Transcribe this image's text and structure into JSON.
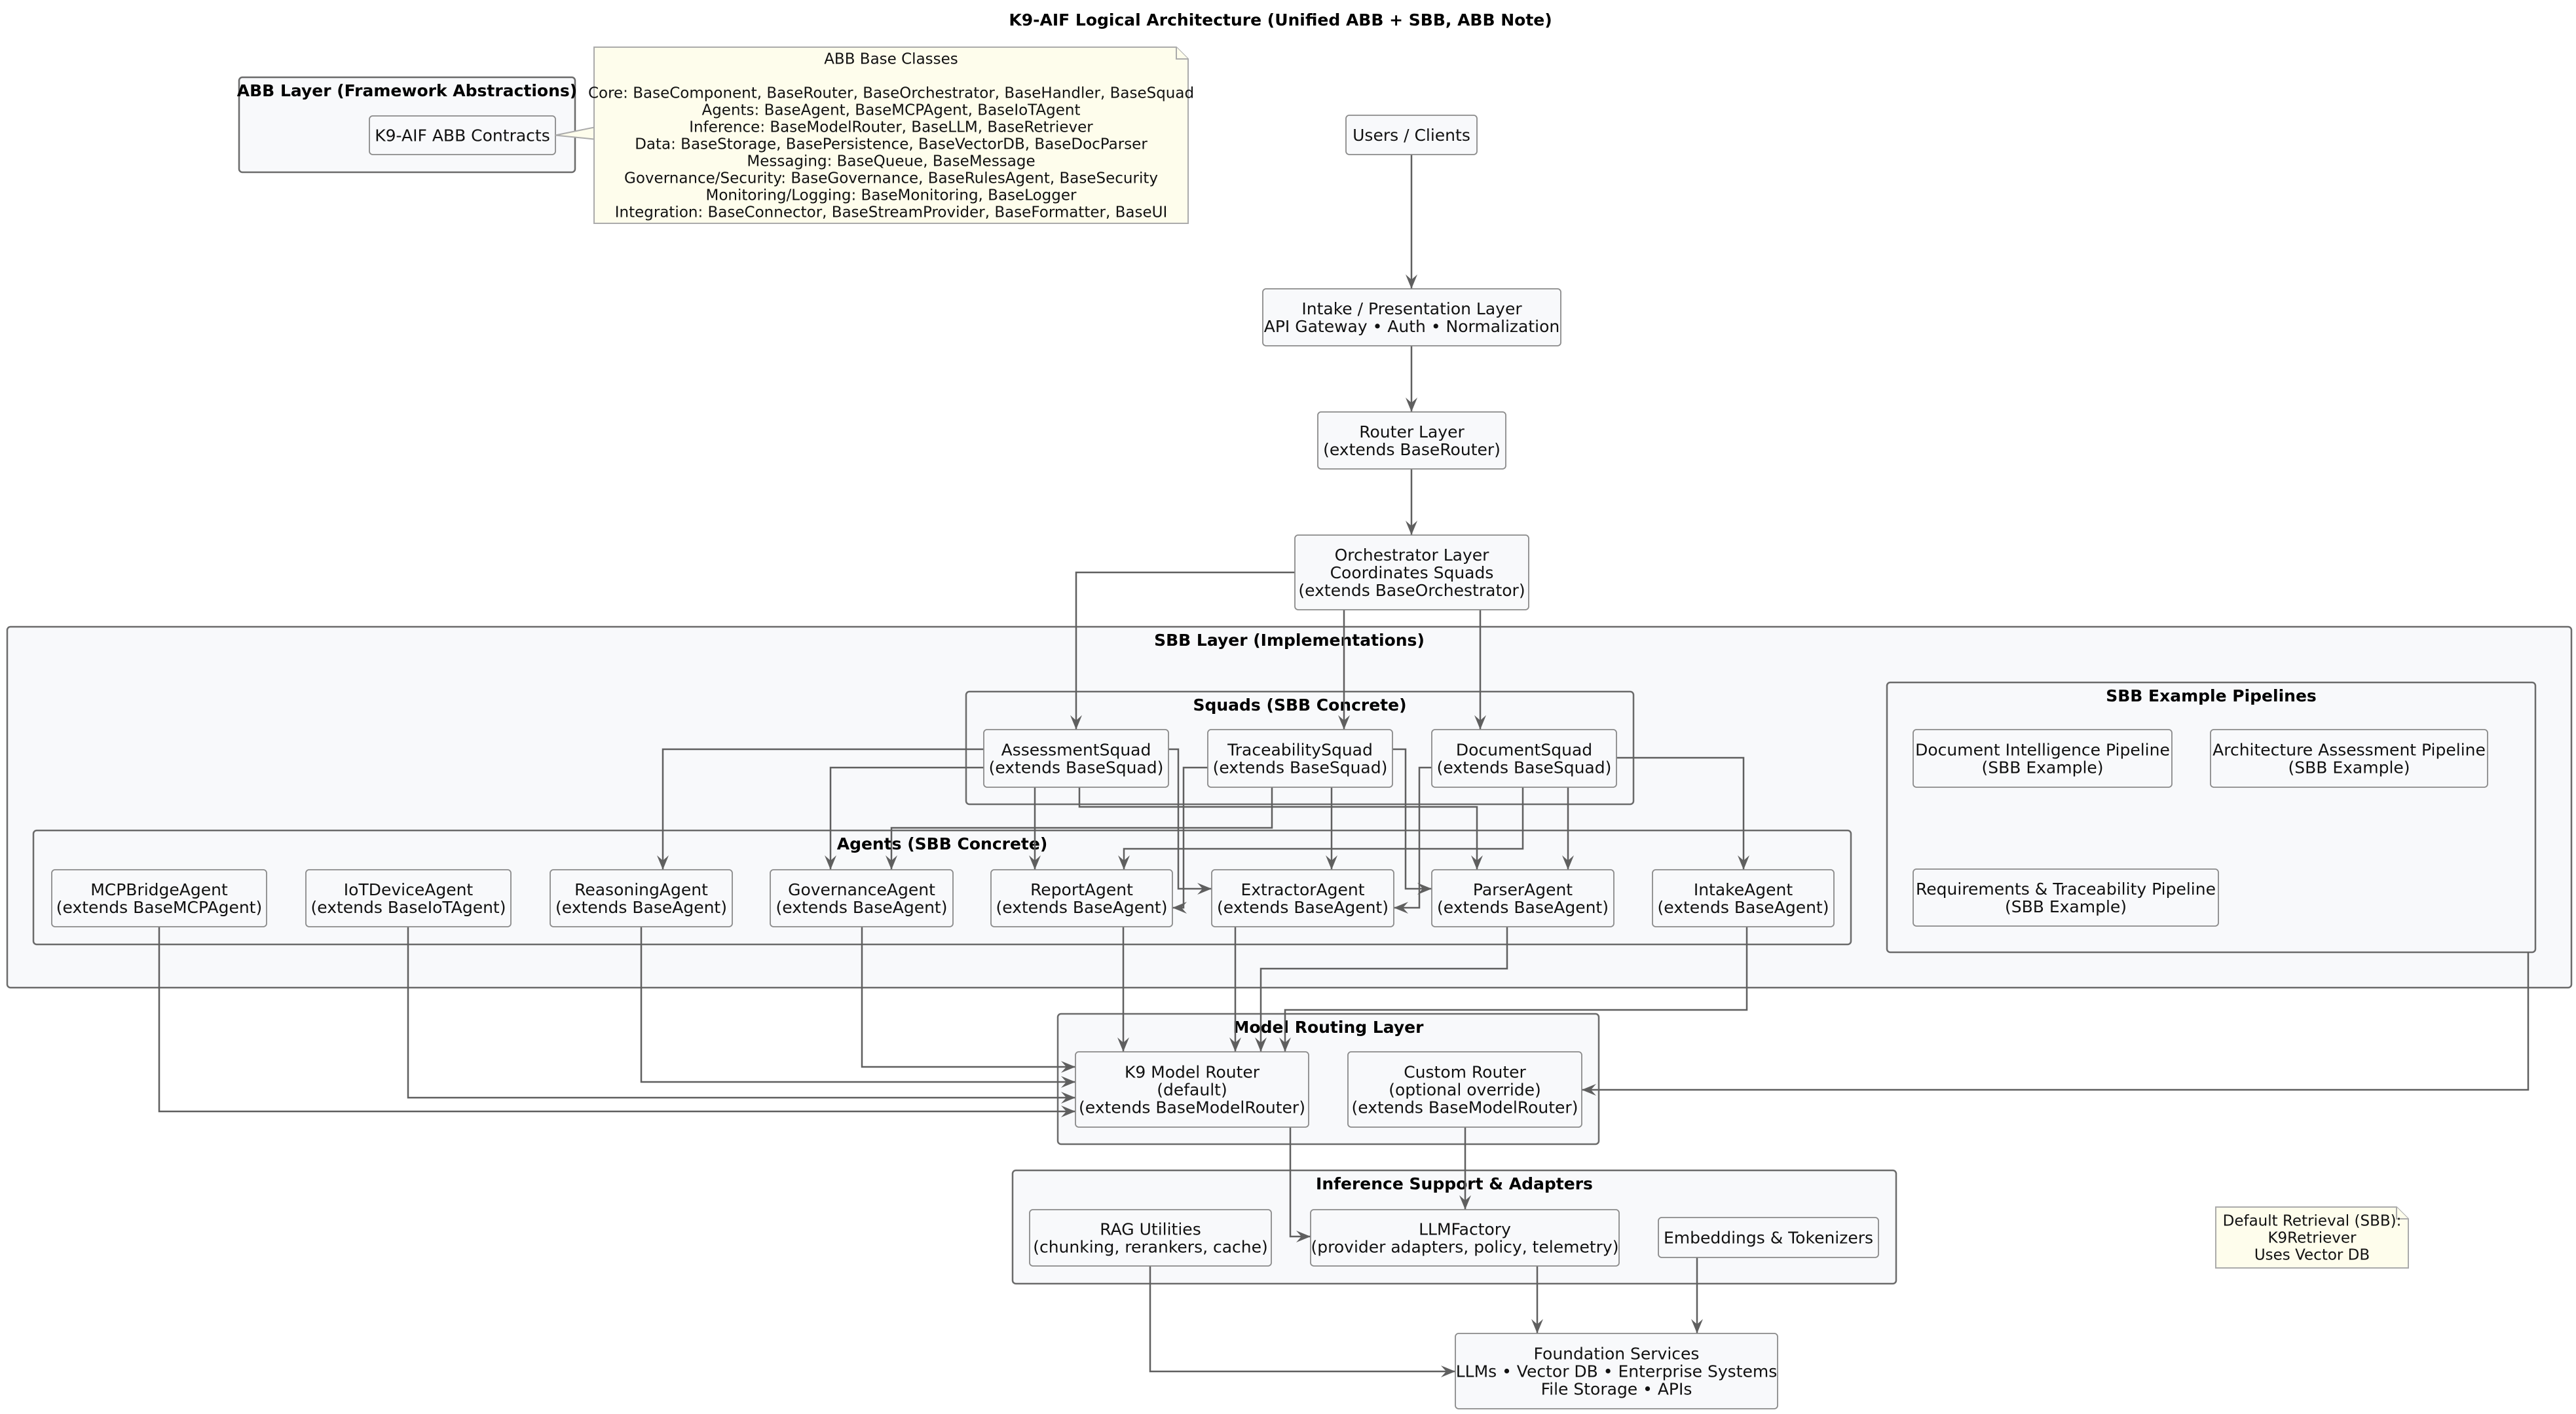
{
  "title": "K9-AIF Logical Architecture (Unified ABB + SBB, ABB Note)",
  "groups": {
    "abb_layer": "ABB Layer (Framework Abstractions)",
    "sbb_layer": "SBB Layer (Implementations)",
    "squads": "Squads (SBB Concrete)",
    "agents": "Agents (SBB Concrete)",
    "pipelines": "SBB Example Pipelines",
    "model_routing": "Model Routing Layer",
    "inference": "Inference Support & Adapters"
  },
  "nodes": {
    "abb_contracts": [
      "K9-AIF ABB Contracts"
    ],
    "users": [
      "Users / Clients"
    ],
    "intake_layer": [
      "Intake / Presentation Layer",
      "API Gateway • Auth • Normalization"
    ],
    "router_layer": [
      "Router Layer",
      "(extends BaseRouter)"
    ],
    "orchestrator": [
      "Orchestrator Layer",
      "Coordinates Squads",
      "(extends BaseOrchestrator)"
    ],
    "assessment_squad": [
      "AssessmentSquad",
      "(extends BaseSquad)"
    ],
    "traceability_squad": [
      "TraceabilitySquad",
      "(extends BaseSquad)"
    ],
    "document_squad": [
      "DocumentSquad",
      "(extends BaseSquad)"
    ],
    "mcp_bridge_agent": [
      "MCPBridgeAgent",
      "(extends BaseMCPAgent)"
    ],
    "iot_device_agent": [
      "IoTDeviceAgent",
      "(extends BaseIoTAgent)"
    ],
    "reasoning_agent": [
      "ReasoningAgent",
      "(extends BaseAgent)"
    ],
    "governance_agent": [
      "GovernanceAgent",
      "(extends BaseAgent)"
    ],
    "report_agent": [
      "ReportAgent",
      "(extends BaseAgent)"
    ],
    "extractor_agent": [
      "ExtractorAgent",
      "(extends BaseAgent)"
    ],
    "parser_agent": [
      "ParserAgent",
      "(extends BaseAgent)"
    ],
    "intake_agent": [
      "IntakeAgent",
      "(extends BaseAgent)"
    ],
    "doc_intel_pipeline": [
      "Document Intelligence Pipeline",
      "(SBB Example)"
    ],
    "arch_assess_pipeline": [
      "Architecture Assessment Pipeline",
      "(SBB Example)"
    ],
    "req_trace_pipeline": [
      "Requirements & Traceability Pipeline",
      "(SBB Example)"
    ],
    "k9_model_router": [
      "K9 Model Router",
      "(default)",
      "(extends BaseModelRouter)"
    ],
    "custom_router": [
      "Custom Router",
      "(optional override)",
      "(extends BaseModelRouter)"
    ],
    "rag_utilities": [
      "RAG Utilities",
      "(chunking, rerankers, cache)"
    ],
    "llm_factory": [
      "LLMFactory",
      "(provider adapters, policy, telemetry)"
    ],
    "embeddings": [
      "Embeddings & Tokenizers"
    ],
    "foundation": [
      "Foundation Services",
      "LLMs • Vector DB • Enterprise Systems",
      "File Storage • APIs"
    ]
  },
  "notes": {
    "abb_base_classes": [
      "ABB Base Classes",
      "",
      "Core: BaseComponent, BaseRouter, BaseOrchestrator, BaseHandler, BaseSquad",
      "Agents: BaseAgent, BaseMCPAgent, BaseIoTAgent",
      "Inference: BaseModelRouter, BaseLLM, BaseRetriever",
      "Data: BaseStorage, BasePersistence, BaseVectorDB, BaseDocParser",
      "Messaging: BaseQueue, BaseMessage",
      "Governance/Security: BaseGovernance, BaseRulesAgent, BaseSecurity",
      "Monitoring/Logging: BaseMonitoring, BaseLogger",
      "Integration: BaseConnector, BaseStreamProvider, BaseFormatter, BaseUI"
    ],
    "default_retrieval": [
      "Default Retrieval (SBB):",
      "K9Retriever",
      "Uses Vector DB"
    ]
  },
  "edges": [
    {
      "from": "users",
      "to": "intake_layer"
    },
    {
      "from": "intake_layer",
      "to": "router_layer"
    },
    {
      "from": "router_layer",
      "to": "orchestrator"
    },
    {
      "from": "orchestrator",
      "to": "assessment_squad"
    },
    {
      "from": "orchestrator",
      "to": "traceability_squad"
    },
    {
      "from": "orchestrator",
      "to": "document_squad"
    },
    {
      "from": "assessment_squad",
      "to": "reasoning_agent"
    },
    {
      "from": "assessment_squad",
      "to": "governance_agent"
    },
    {
      "from": "assessment_squad",
      "to": "report_agent"
    },
    {
      "from": "assessment_squad",
      "to": "extractor_agent"
    },
    {
      "from": "assessment_squad",
      "to": "parser_agent"
    },
    {
      "from": "traceability_squad",
      "to": "governance_agent"
    },
    {
      "from": "traceability_squad",
      "to": "report_agent"
    },
    {
      "from": "traceability_squad",
      "to": "extractor_agent"
    },
    {
      "from": "traceability_squad",
      "to": "parser_agent"
    },
    {
      "from": "document_squad",
      "to": "report_agent"
    },
    {
      "from": "document_squad",
      "to": "extractor_agent"
    },
    {
      "from": "document_squad",
      "to": "parser_agent"
    },
    {
      "from": "document_squad",
      "to": "intake_agent"
    },
    {
      "from": "mcp_bridge_agent",
      "to": "k9_model_router"
    },
    {
      "from": "iot_device_agent",
      "to": "k9_model_router"
    },
    {
      "from": "reasoning_agent",
      "to": "k9_model_router"
    },
    {
      "from": "governance_agent",
      "to": "k9_model_router"
    },
    {
      "from": "report_agent",
      "to": "k9_model_router"
    },
    {
      "from": "extractor_agent",
      "to": "k9_model_router"
    },
    {
      "from": "parser_agent",
      "to": "k9_model_router"
    },
    {
      "from": "intake_agent",
      "to": "k9_model_router"
    },
    {
      "from": "pipelines",
      "to": "custom_router"
    },
    {
      "from": "k9_model_router",
      "to": "llm_factory"
    },
    {
      "from": "custom_router",
      "to": "llm_factory"
    },
    {
      "from": "rag_utilities",
      "to": "foundation"
    },
    {
      "from": "llm_factory",
      "to": "foundation"
    },
    {
      "from": "embeddings",
      "to": "foundation"
    }
  ]
}
